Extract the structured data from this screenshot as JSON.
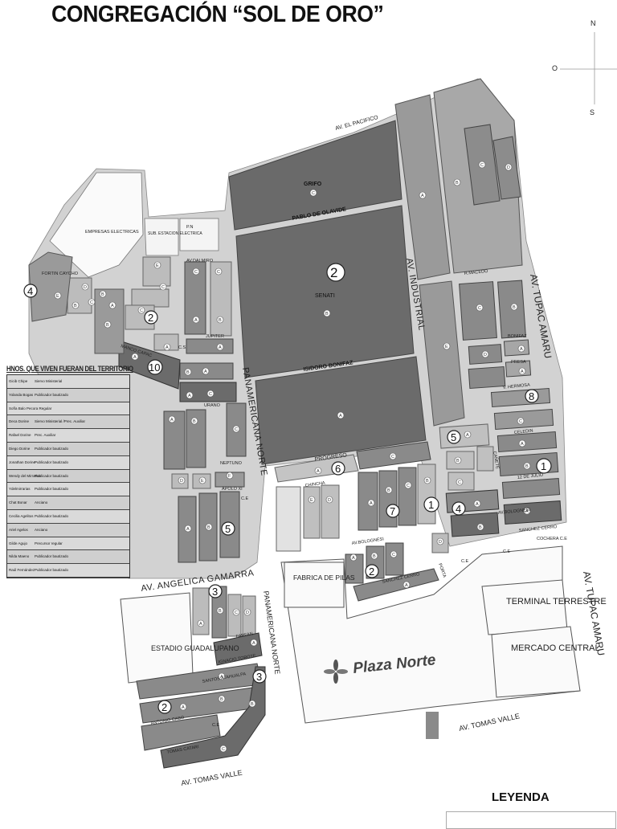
{
  "title": "CONGREGACIÓN “SOL DE ORO”",
  "compass": {
    "n": "N",
    "o": "O",
    "s": "S"
  },
  "streets": {
    "av_el_pacifico": "AV. EL PACIFICO",
    "pablo_de_olavide": "PABLO DE OLAVIDE",
    "isidoro_bonifaz": "ISIDORO BONIFAZ",
    "av_industrial": "AV. INDUSTRIAL",
    "av_tupac_amaru": "AV. TUPAC AMARU",
    "av_tupac_amaru_2": "AV. TUPAC AMARU",
    "panamericana_norte": "PANAMERICANA NORTE",
    "panamericana_norte_2": "PANAMERICANA NORTE",
    "av_angelica_gamarra": "AV. ANGELICA GAMARRA",
    "av_tomas_valle": "AV. TOMAS VALLE",
    "av_tomas_valle_2": "AV. TOMAS VALLE",
    "progreso": "PROGRESO",
    "chincha": "CHINCHA",
    "jupiter": "JUPITER",
    "urano": "URANO",
    "neptuno": "NEPTUNO",
    "apolo_xi": "APOLO XI",
    "av_bolognesi": "AV.BOLOGNESI",
    "sanchez_cerro": "SANCHEZ CERRO",
    "sanchez_cerro_2": "SANCHEZ CERRO",
    "r_macedo": "R.MACEDO",
    "bonifaz": "BONIFAZ",
    "presa": "PRESA",
    "v_hermosa": "V. HERMOSA",
    "celedin": "CELEDIN",
    "12_de_julio": "12 DE JULIO",
    "canete": "CAÑETE",
    "ignacio_torote": "IGNACIO TOROTE",
    "farfan": "FARFAN",
    "antonio_cabo": "ANTONIO CABO",
    "tomas_catari": "TOMAS CATARI",
    "av_dalmiro": "AV.DALMIRO",
    "santos_atahualpa": "SANTOS ATAHUALPA",
    "manco_capac": "MANCO CAPAC",
    "porta": "PORTA"
  },
  "places": {
    "grifo": "GRIFO",
    "senati": "SENATI",
    "empresas_electricas": "EMPRESAS ELECTRICAS",
    "sub_estacion": "SUB. ESTACION ELECTRICA",
    "fortin_caycho": "FORTIN CAYCHO",
    "fabrica_de_pilas": "FABRICA DE PILAS",
    "terminal_terrestre": "TERMINAL TERRESTRE",
    "mercado_central": "MERCADO CENTRAL",
    "plaza_norte": "Plaza Norte",
    "estadio_guadalupano": "ESTADIO GUADALUPANO",
    "pn": "P.N",
    "ce": "C.E",
    "cs": "C.S",
    "cochera_ce": "COCHERA C.E"
  },
  "territory_numbers": [
    "1",
    "2",
    "3",
    "4",
    "5",
    "6",
    "7",
    "8",
    "10"
  ],
  "table": {
    "title": "HNOS. QUE VIVEN FUERAN DEL TERRITORIO",
    "rows": [
      {
        "name": "Gicib Chipe",
        "detail": "Siervo Ministerial"
      },
      {
        "name": "Yolanda Bogas",
        "detail": "Publicador bautizado"
      },
      {
        "name": "Sofía Balo Pecora Regular",
        "detail": ""
      },
      {
        "name": "Deca Dorine",
        "detail": "Siervo Ministerial /Prec. Auxiliar"
      },
      {
        "name": "Rafael Dorine",
        "detail": "Prec. Auxiliar"
      },
      {
        "name": "Diego Dorine",
        "detail": "Publicador bautizado"
      },
      {
        "name": "Jonathan Dorine",
        "detail": "Publicador bautizado"
      },
      {
        "name": "Wendy del Mirrarias",
        "detail": "Publicador bautizado"
      },
      {
        "name": "Ydelmirrarias",
        "detail": "Publicador bautizado"
      },
      {
        "name": "Chat Bonar",
        "detail": "Anciano"
      },
      {
        "name": "Cecilia Agelitos",
        "detail": "Publicador bautizado"
      },
      {
        "name": "Ariel Agelos",
        "detail": "Anciano"
      },
      {
        "name": "Gilde Agujo",
        "detail": "Precursor regular"
      },
      {
        "name": "Nilda Maeno",
        "detail": "Publicador bautizado"
      },
      {
        "name": "Raúl Fernández",
        "detail": "Publicador bautizado"
      }
    ]
  },
  "legend_title": "LEYENDA",
  "colors": {
    "dark": "#6b6b6b",
    "mid": "#8f8f8f",
    "light": "#c4c4c4",
    "lighter": "#dcdcdc"
  }
}
